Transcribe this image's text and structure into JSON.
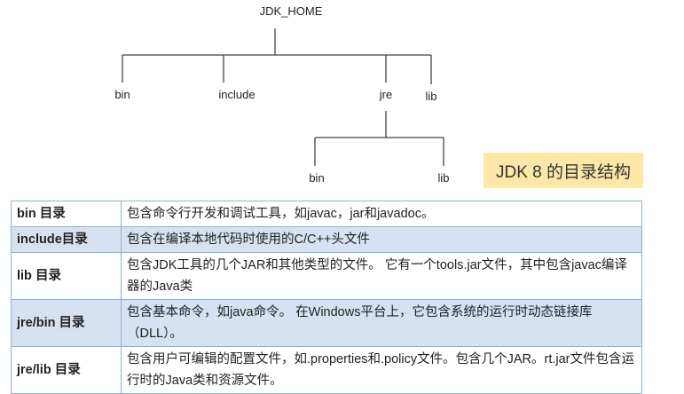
{
  "tree": {
    "root": "JDK_HOME",
    "children": [
      "bin",
      "include",
      "jre",
      "lib"
    ],
    "jre_children": [
      "bin",
      "lib"
    ]
  },
  "caption": "JDK 8 的目录结构",
  "table": [
    {
      "dir": "bin 目录",
      "desc": "包含命令行开发和调试工具，如javac，jar和javadoc。"
    },
    {
      "dir": "include目录",
      "desc": "包含在编译本地代码时使用的C/C++头文件"
    },
    {
      "dir": "lib 目录",
      "desc": "包含JDK工具的几个JAR和其他类型的文件。 它有一个tools.jar文件，其中包含javac编译器的Java类"
    },
    {
      "dir": "jre/bin 目录",
      "desc": "包含基本命令，如java命令。 在Windows平台上，它包含系统的运行时动态链接库（DLL）。"
    },
    {
      "dir": "jre/lib 目录",
      "desc": "包含用户可编辑的配置文件，如.properties和.policy文件。包含几个JAR。rt.jar文件包含运行时的Java类和资源文件。"
    }
  ]
}
